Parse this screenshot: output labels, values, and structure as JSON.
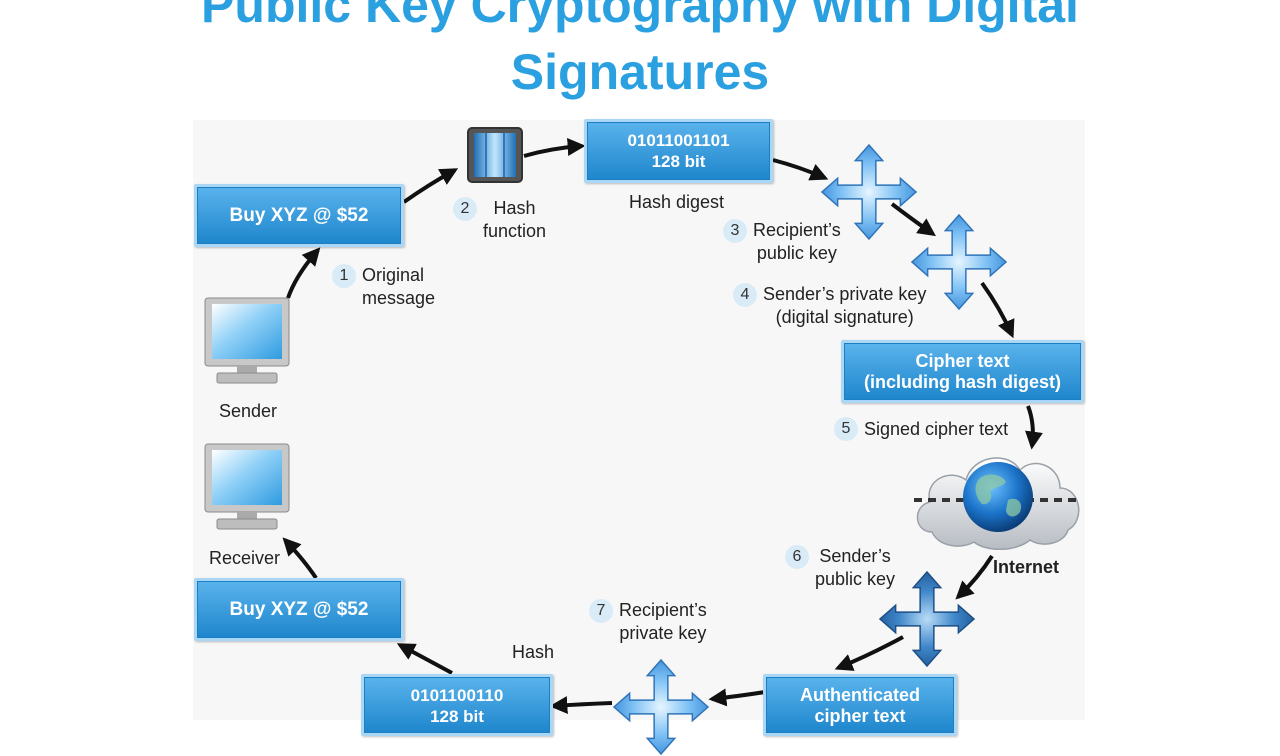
{
  "title_line1": "Public Key Cryptography with Digital",
  "title_line2": "Signatures",
  "boxes": {
    "original_message": "Buy XYZ @ $52",
    "hash_digest_line1": "01011001101",
    "hash_digest_line2": "128 bit",
    "cipher_line1": "Cipher text",
    "cipher_line2": "(including hash digest)",
    "authenticated_line1": "Authenticated",
    "authenticated_line2": "cipher text",
    "receiver_hash_line1": "0101100110",
    "receiver_hash_line2": "128 bit",
    "received_message": "Buy XYZ @ $52"
  },
  "labels": {
    "sender": "Sender",
    "receiver": "Receiver",
    "hash_digest": "Hash digest",
    "internet": "Internet",
    "hash": "Hash"
  },
  "steps": [
    {
      "num": "1",
      "line1": "Original",
      "line2": "message"
    },
    {
      "num": "2",
      "line1": "Hash",
      "line2": "function"
    },
    {
      "num": "3",
      "line1": "Recipient’s",
      "line2": "public key"
    },
    {
      "num": "4",
      "line1": "Sender’s private key",
      "line2": "(digital signature)"
    },
    {
      "num": "5",
      "line1": "Signed cipher text",
      "line2": ""
    },
    {
      "num": "6",
      "line1": "Sender’s",
      "line2": "public key"
    },
    {
      "num": "7",
      "line1": "Recipient’s",
      "line2": "private key"
    }
  ],
  "colors": {
    "title": "#2aa0e0",
    "box": "#1e86cc",
    "key": "#4a9be0",
    "arrow": "#111111"
  }
}
